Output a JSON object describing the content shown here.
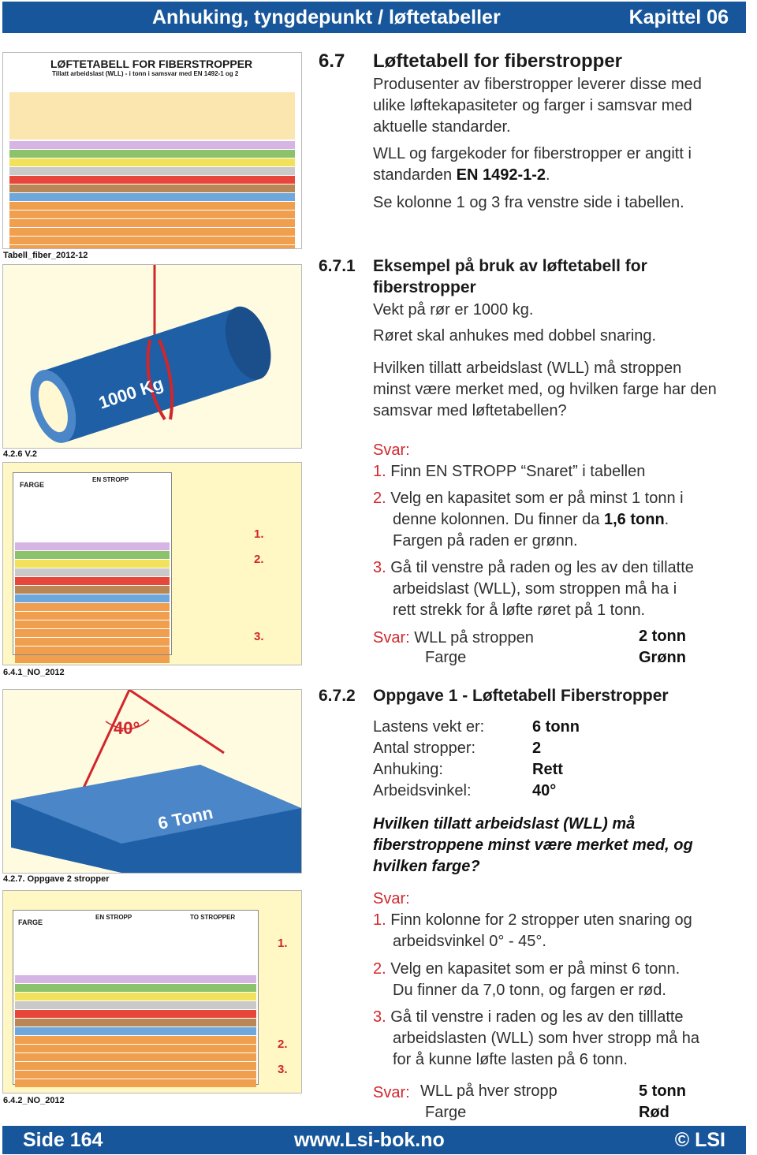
{
  "header": {
    "title": "Anhuking, tyngdepunkt / løftetabeller",
    "chapter": "Kapittel  06"
  },
  "footer": {
    "page": "Side  164",
    "url": "www.Lsi-bok.no",
    "copyright": "© LSI"
  },
  "figures": {
    "fig1": {
      "title": "LØFTETABELL FOR FIBERSTROPPER",
      "subtitle": "Tillatt arbeidslast (WLL) - i tonn i samsvar med EN 1492-1 og 2",
      "caption": "Tabell_fiber_2012-12"
    },
    "fig2": {
      "load_label": "1000 Kg",
      "caption": "4.2.6 V.2"
    },
    "fig3": {
      "farge": "FARGE",
      "col": "EN STROPP",
      "marks": [
        "1.",
        "2.",
        "3."
      ],
      "caption": "6.4.1_NO_2012"
    },
    "fig4": {
      "angle": "40°",
      "load_label": "6 Tonn",
      "caption": "4.2.7. Oppgave 2 stropper"
    },
    "fig5": {
      "farge": "FARGE",
      "col1": "EN STROPP",
      "col2": "TO STROPPER",
      "marks": [
        "1.",
        "2.",
        "3."
      ],
      "caption": "6.4.2_NO_2012"
    }
  },
  "s67": {
    "num": "6.7",
    "title": "Løftetabell for fiberstropper",
    "p1": [
      "Produsenter av fiberstropper leverer disse med",
      "ulike løftekapasiteter og farger i samsvar med",
      "aktuelle standarder."
    ],
    "p2a": "WLL og fargekoder for fiberstropper er angitt i",
    "p2b": "standarden ",
    "p2b_bold": "EN 1492-1-2",
    "p2b_end": ".",
    "p3": "Se kolonne 1 og 3 fra venstre side i tabellen."
  },
  "s671": {
    "num": "6.7.1",
    "title1": "Eksempel på bruk av løftetabell for",
    "title2": "fiberstropper",
    "l1": "Vekt på rør er 1000 kg.",
    "l2": "Røret skal anhukes med dobbel snaring.",
    "q": [
      "Hvilken tillatt arbeidslast (WLL) må stroppen",
      "minst være merket med, og hvilken farge har den",
      "samsvar med løftetabellen?"
    ],
    "svar": "Svar:",
    "step1_n": "1.",
    "step1": " Finn EN STROPP “Snaret” i tabellen",
    "step2_n": "2.",
    "step2a": " Velg en kapasitet som er på minst 1 tonn i",
    "step2b": "denne kolonnen. Du finner da ",
    "step2b_bold": "1,6 tonn",
    "step2b_end": ".",
    "step2c": "Fargen på raden er grønn.",
    "step3_n": "3.",
    "step3a": " Gå til venstre på raden og les av den tillatte",
    "step3b": "arbeidslast (WLL), som stroppen må ha i",
    "step3c": "rett strekk for å løfte røret på 1 tonn.",
    "ans_label": "Svar:",
    "ans_text": " WLL på stroppen",
    "ans_val": "2 tonn",
    "color_label": "Farge",
    "color_val": "Grønn"
  },
  "s672": {
    "num": "6.7.2",
    "title": "Oppgave 1 - Løftetabell Fiberstropper",
    "rows": [
      {
        "label": "Lastens vekt er:",
        "value": "6 tonn"
      },
      {
        "label": "Antal stropper:",
        "value": "2"
      },
      {
        "label": "Anhuking:",
        "value": "Rett"
      },
      {
        "label": "Arbeidsvinkel:",
        "value": "40°"
      }
    ],
    "q": [
      "Hvilken tillatt arbeidslast (WLL) må",
      "fiberstroppene minst være merket med, og",
      "hvilken farge?"
    ],
    "svar": "Svar:",
    "step1_n": "1.",
    "step1a": " Finn kolonne for 2 stropper uten snaring og",
    "step1b": "arbeidsvinkel 0° - 45°.",
    "step2_n": "2.",
    "step2a": " Velg en kapasitet som er på minst 6 tonn.",
    "step2b": "Du finner da 7,0 tonn, og fargen er rød.",
    "step3_n": "3.",
    "step3a": " Gå til venstre i raden og les av den tilllatte",
    "step3b": "arbeidslasten (WLL) som hver stropp må ha",
    "step3c": "for å kunne løfte lasten på 6 tonn.",
    "ans_label": "Svar:",
    "ans_text": " WLL på hver stropp",
    "ans_val": "5 tonn",
    "color_label": "Farge",
    "color_val": "Rød"
  },
  "colors": {
    "header_blue": "#17569a",
    "accent_red": "#d1262c",
    "pipe_blue": "#1e5fa6"
  }
}
